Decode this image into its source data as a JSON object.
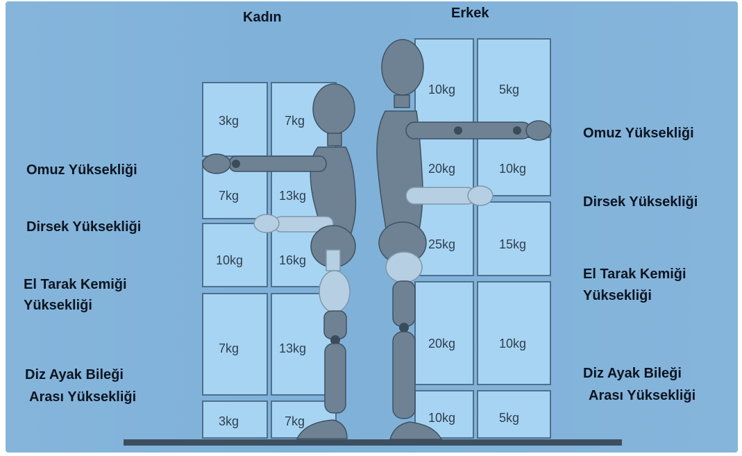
{
  "titles": {
    "kadin": "Kadın",
    "erkek": "Erkek"
  },
  "left_labels": {
    "shoulder": "Omuz Yüksekliği",
    "elbow": "Dirsek Yüksekliği",
    "knuckle_1": "El Tarak Kemiği",
    "knuckle_2": "Yüksekliği",
    "knee_1": "Diz Ayak Bileği",
    "knee_2": "Arası Yüksekliği"
  },
  "right_labels": {
    "shoulder": "Omuz Yüksekliği",
    "elbow": "Dirsek Yüksekliği",
    "knuckle_1": "El Tarak Kemiği",
    "knuckle_2": "Yüksekliği",
    "knee_1": "Diz Ayak Bileği",
    "knee_2": "Arası Yüksekliği"
  },
  "kadin_weights": {
    "r1c1": "3kg",
    "r1c2": "7kg",
    "r2c1": "7kg",
    "r2c2": "13kg",
    "r3c1": "10kg",
    "r3c2": "16kg",
    "r4c1": "7kg",
    "r4c2": "13kg",
    "r5c1": "3kg",
    "r5c2": "7kg"
  },
  "erkek_weights": {
    "r1c1": "10kg",
    "r1c2": "5kg",
    "r2c1": "20kg",
    "r2c2": "10kg",
    "r3c1": "25kg",
    "r3c2": "15kg",
    "r4c1": "20kg",
    "r4c2": "10kg",
    "r5c1": "10kg",
    "r5c2": "5kg"
  },
  "colors": {
    "background": "#7fb1d9",
    "box": "#a7d4f3",
    "figure": "#6e8294",
    "floor": "#3d4f5e"
  }
}
